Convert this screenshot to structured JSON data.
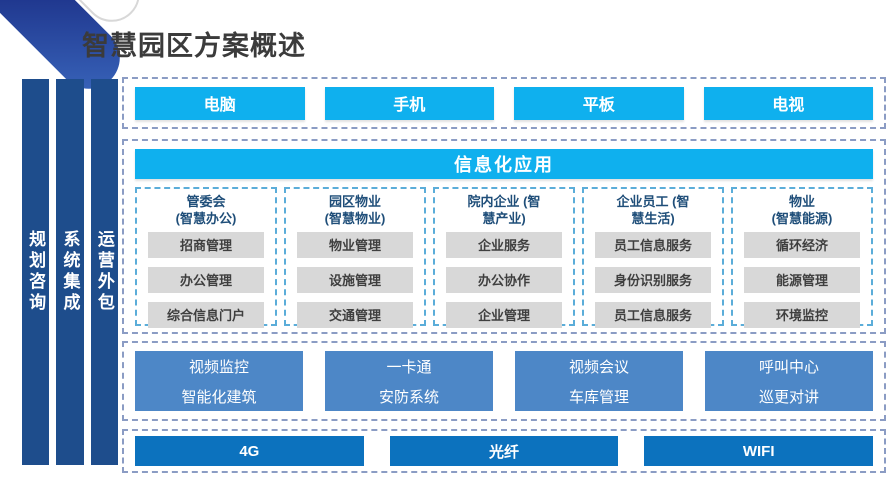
{
  "slide": {
    "title": "智慧园区方案概述"
  },
  "pillars": [
    {
      "label": "规划咨询"
    },
    {
      "label": "系统集成"
    },
    {
      "label": "运营外包"
    }
  ],
  "terminals": [
    "电脑",
    "手机",
    "平板",
    "电视"
  ],
  "applications": {
    "header": "信息化应用",
    "columns": [
      {
        "title_line1": "管委会",
        "title_line2": "(智慧办公)",
        "items": [
          "招商管理",
          "办公管理",
          "综合信息门户"
        ]
      },
      {
        "title_line1": "园区物业",
        "title_line2": "(智慧物业)",
        "items": [
          "物业管理",
          "设施管理",
          "交通管理"
        ]
      },
      {
        "title_line1": "院内企业 (智",
        "title_line2": "慧产业)",
        "items": [
          "企业服务",
          "办公协作",
          "企业管理"
        ]
      },
      {
        "title_line1": "企业员工 (智",
        "title_line2": "慧生活)",
        "items": [
          "员工信息服务",
          "身份识别服务",
          "员工信息服务"
        ]
      },
      {
        "title_line1": "物业",
        "title_line2": "(智慧能源)",
        "items": [
          "循环经济",
          "能源管理",
          "环境监控"
        ]
      }
    ]
  },
  "platform": {
    "rows": [
      [
        "视频监控",
        "一卡通",
        "视频会议",
        "呼叫中心"
      ],
      [
        "智能化建筑",
        "安防系统",
        "车库管理",
        "巡更对讲"
      ]
    ]
  },
  "network": [
    "4G",
    "光纤",
    "WIFI"
  ],
  "colors": {
    "cyan": "#0fb0ee",
    "mid_blue": "#4d87c7",
    "navy_button": "#0c72be",
    "pillar_navy": "#1e4d8c",
    "outer_dash": "#8b9cc4",
    "column_dash": "#5badd9",
    "item_gray": "#d8d8d8",
    "title_text": "#3b3b3b",
    "column_title_text": "#1f4e79"
  }
}
